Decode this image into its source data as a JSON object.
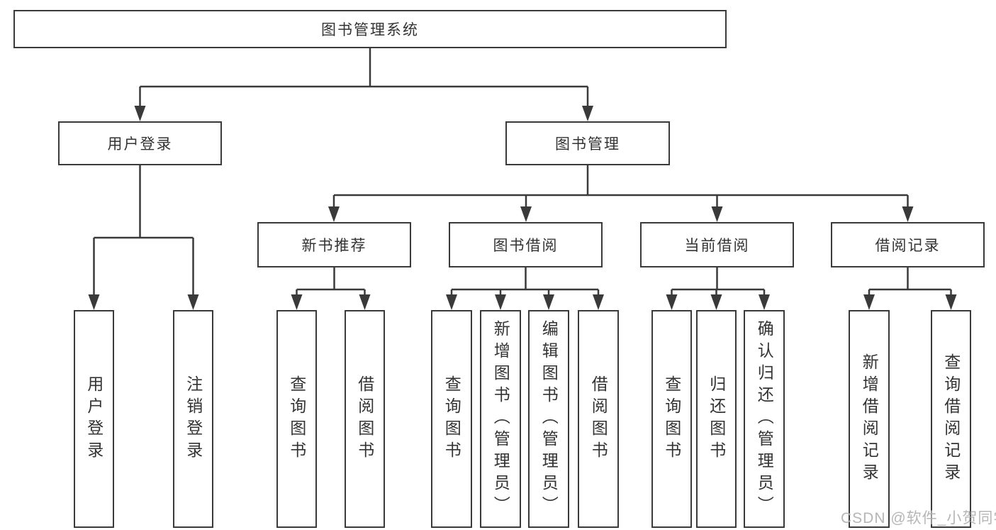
{
  "diagram": {
    "root": "图书管理系统",
    "branches": [
      {
        "label": "用户登录",
        "children": [
          "用户登录",
          "注销登录"
        ]
      },
      {
        "label": "图书管理",
        "sections": [
          {
            "label": "新书推荐",
            "children": [
              "查询图书",
              "借阅图书"
            ]
          },
          {
            "label": "图书借阅",
            "children": [
              "查询图书",
              "新增图书（管理员）",
              "编辑图书（管理员）",
              "借阅图书"
            ]
          },
          {
            "label": "当前借阅",
            "children": [
              "查询图书",
              "归还图书",
              "确认归还（管理员）"
            ]
          },
          {
            "label": "借阅记录",
            "children": [
              "新增借阅记录",
              "查询借阅记录"
            ]
          }
        ]
      }
    ]
  },
  "watermark": {
    "text": "CSDN @软件_小贺同学"
  },
  "colors": {
    "line": "#3a3a3a",
    "box_border": "#3a3a3a",
    "text": "#333333",
    "watermark": "#b2b2b2",
    "background": "#ffffff"
  }
}
